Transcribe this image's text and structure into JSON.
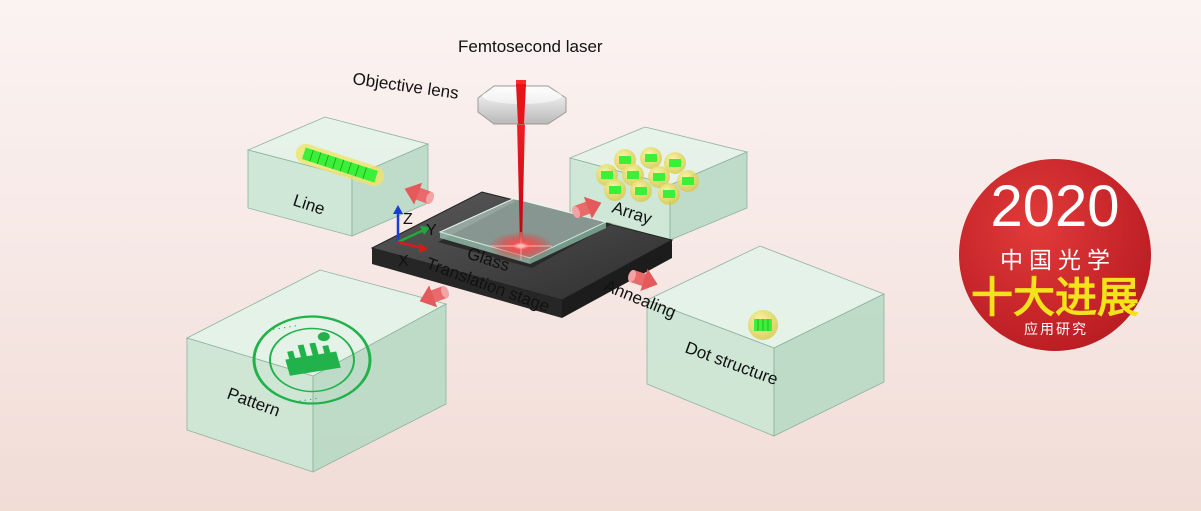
{
  "labels": {
    "laser": "Femtosecond laser",
    "objective": "Objective lens",
    "glass": "Glass",
    "stage": "Translation stage",
    "line": "Line",
    "array": "Array",
    "pattern": "Pattern",
    "annealing": "Annealing",
    "dot": "Dot structure"
  },
  "axes": {
    "z": "Z",
    "y": "Y",
    "x": "X"
  },
  "badge": {
    "year": "2020",
    "line1": "中国光学",
    "line2": "十大进展",
    "line3": "应用研究"
  },
  "colors": {
    "laser": "#e8141b",
    "nanocrystal": "#3cf03a",
    "shell": "#f2e65e",
    "glass_block": "#cfe9d8",
    "arrow": "#e96a6a",
    "badge": "#d7262b",
    "badge_accent": "#f3e21c",
    "stage": "#3b3b3b"
  }
}
